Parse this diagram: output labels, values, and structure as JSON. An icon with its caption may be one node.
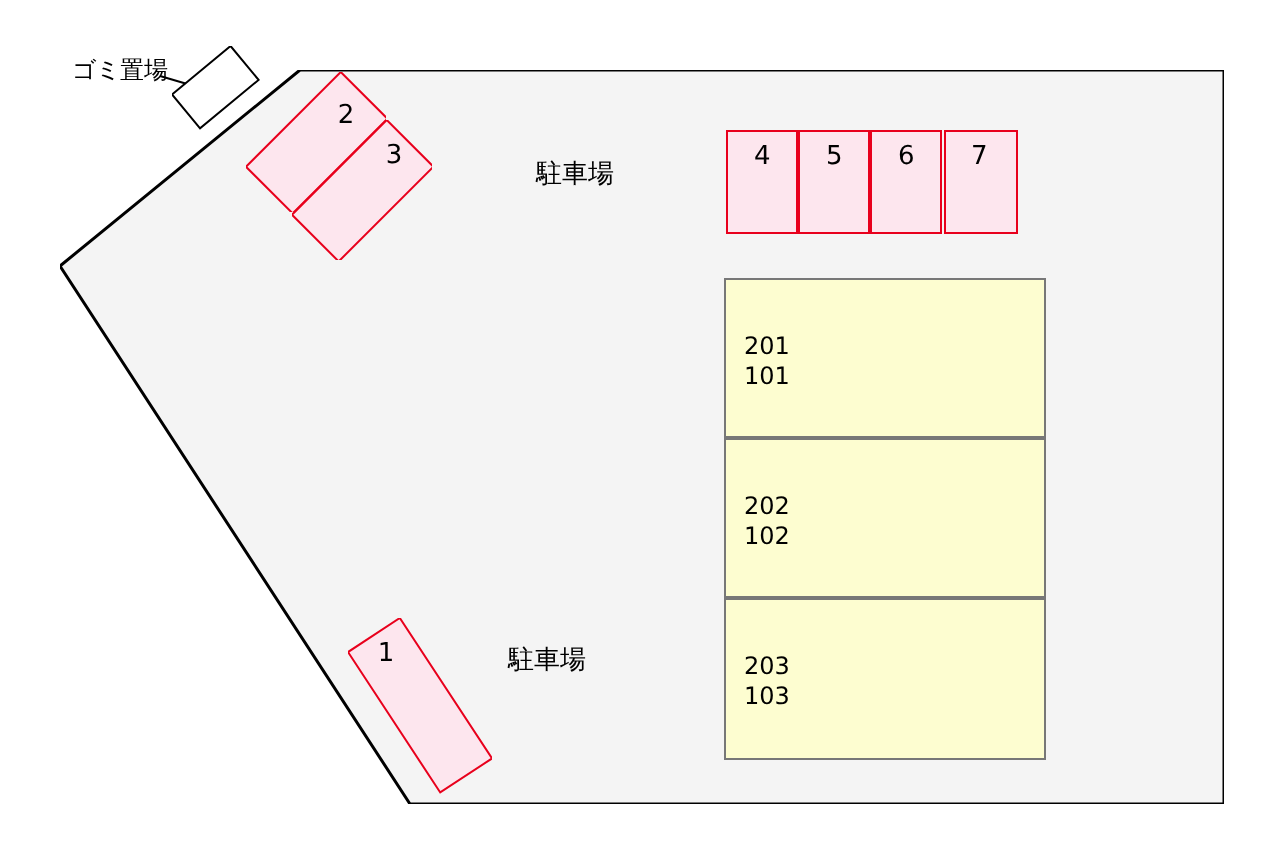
{
  "diagram": {
    "nodes": [
      {
        "text": [
          "ゴミ置場"
        ]
      },
      {
        "text": [],
        "shape": "box"
      },
      {
        "text": [],
        "shape": "polygon"
      },
      {
        "text": [
          "2"
        ],
        "in": 2
      },
      {
        "text": [
          "3"
        ],
        "in": 2
      },
      {
        "text": [
          "4"
        ],
        "in": 2
      },
      {
        "text": [
          "5"
        ],
        "in": 2
      },
      {
        "text": [
          "6"
        ],
        "in": 2
      },
      {
        "text": [
          "7"
        ],
        "in": 2
      },
      {
        "text": [
          "201",
          "101"
        ],
        "in": 2
      },
      {
        "text": [
          "202",
          "102"
        ],
        "in": 2
      },
      {
        "text": [
          "203",
          "103"
        ],
        "in": 2
      },
      {
        "text": [
          "1"
        ],
        "in": 2
      }
    ],
    "edges": [
      {
        "from": 0,
        "to": 1,
        "arrow": "none"
      }
    ],
    "labels": [
      "駐車場",
      "駐車場"
    ]
  }
}
